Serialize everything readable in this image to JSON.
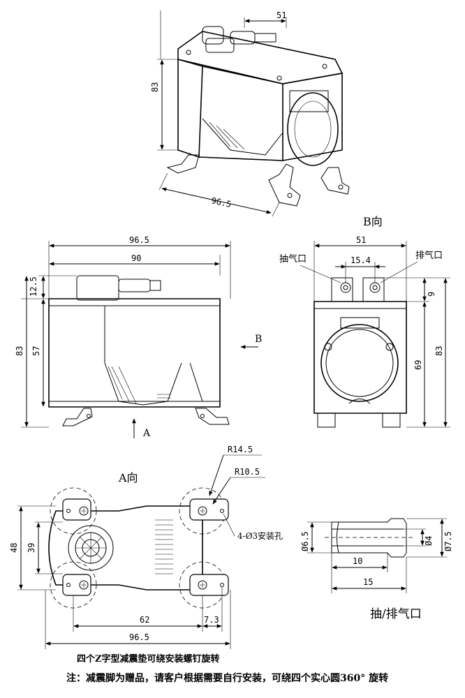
{
  "views": {
    "iso": {
      "d_width": "96.5",
      "d_depth": "51",
      "d_height": "83"
    },
    "front": {
      "d_total": "96.5",
      "d_body": "90",
      "d_top": "12.5",
      "d_h83": "83",
      "d_h57": "57",
      "arrow_a": "A",
      "arrow_b": "B"
    },
    "side_b": {
      "title": "B向",
      "d_width": "51",
      "d_spacing": "15.4",
      "d_h9": "9",
      "d_h69": "69",
      "d_h83": "83",
      "inlet": "抽气口",
      "outlet": "排气口"
    },
    "bottom_a": {
      "title": "A向",
      "d_r14": "R14.5",
      "d_r10": "R10.5",
      "d_holes": "4-Ø3安装孔",
      "d_48": "48",
      "d_39": "39",
      "d_62": "62",
      "d_73": "7.3",
      "d_965": "96.5"
    },
    "port": {
      "d_od": "Ø6.5",
      "d_id": "Ø4",
      "d_flange": "Ø7.5",
      "d_10": "10",
      "d_15": "15",
      "caption": "抽/排气口"
    }
  },
  "notes": {
    "line1": "四个Z字型减震垫可绕安装螺钉旋转",
    "line2": "注：减震脚为赠品，请客户根据需要自行安装，可绕四个实心圆360° 旋转"
  }
}
